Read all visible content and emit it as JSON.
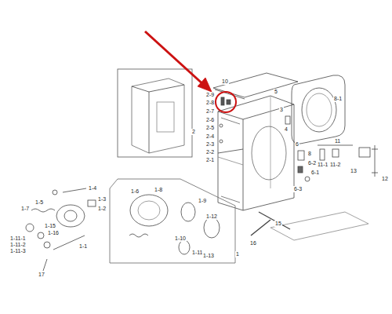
{
  "diagram": {
    "labels": [
      "10",
      "2-9",
      "2-8",
      "2-7",
      "2-6",
      "2-5",
      "2",
      "2-4",
      "2-3",
      "2-2",
      "2-1",
      "5",
      "3",
      "4",
      "6",
      "8",
      "8-1",
      "6-1",
      "6-2",
      "6-3",
      "11",
      "11-1",
      "11-2",
      "13",
      "12",
      "15",
      "16",
      "1",
      "1-8",
      "1-9",
      "1-10",
      "1-11",
      "1-12",
      "1-13",
      "1-6",
      "1-4",
      "1-7",
      "1-5",
      "1-3",
      "1-2",
      "1-15",
      "1-16",
      "1-11-1",
      "1-11-2",
      "1-11-3",
      "1-1",
      "17"
    ]
  }
}
